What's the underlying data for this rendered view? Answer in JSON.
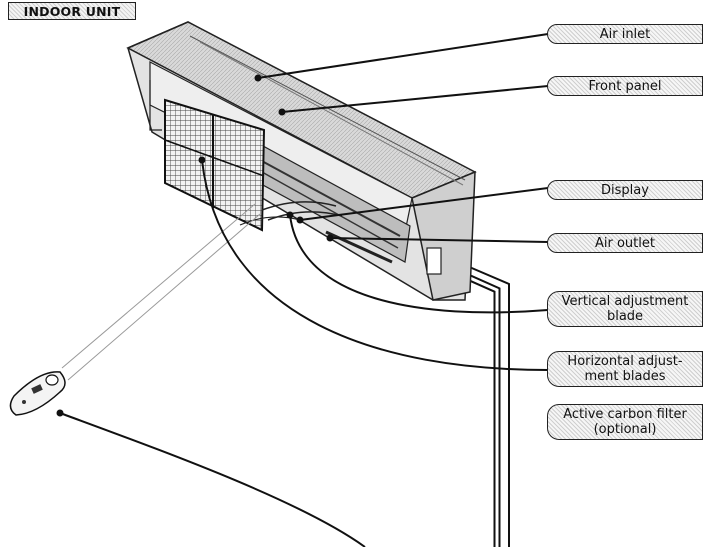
{
  "header": {
    "title": "INDOOR UNIT"
  },
  "labels": {
    "air_inlet": "Air inlet",
    "front_panel": "Front panel",
    "display": "Display",
    "air_outlet": "Air outlet",
    "vertical_blade_line1": "Vertical adjustment",
    "vertical_blade_line2": "blade",
    "horizontal_blades_line1": "Horizontal adjust-",
    "horizontal_blades_line2": "ment blades",
    "carbon_filter_line1": "Active carbon filter",
    "carbon_filter_line2": "(optional)"
  }
}
